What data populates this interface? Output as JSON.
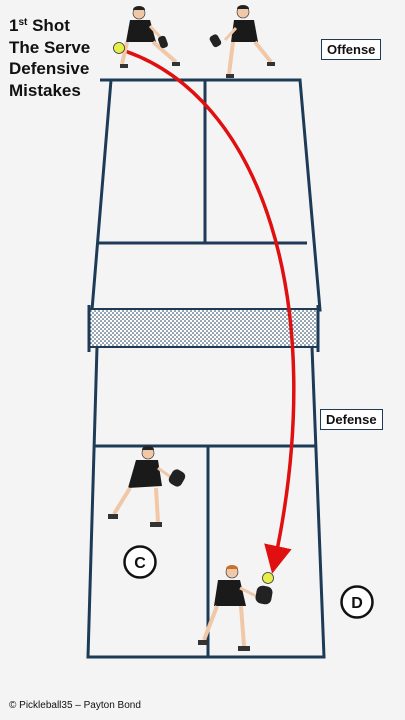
{
  "title": {
    "ordinal": "1",
    "ordinal_suffix": "st",
    "line1_rest": " Shot",
    "line2": "The Serve",
    "line3": "Defensive",
    "line4": "Mistakes"
  },
  "labels": {
    "offense": "Offense",
    "defense": "Defense"
  },
  "positions": {
    "c": "C",
    "d": "D"
  },
  "credit": "© Pickleball35 – Payton Bond",
  "colors": {
    "court_line": "#1d3b57",
    "ball_path": "#e01010",
    "ball": "#e6ef4a",
    "background": "#f4f4f4"
  }
}
